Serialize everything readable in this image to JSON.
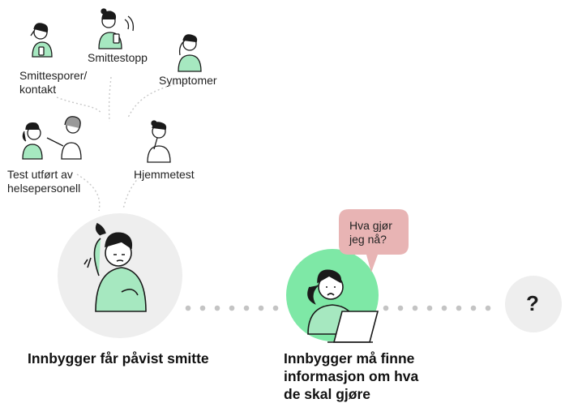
{
  "sources": [
    {
      "label": "Smittesporer/\nkontakt",
      "icon": "person-phone-icon"
    },
    {
      "label": "Smittestopp",
      "icon": "person-phone-ringing-icon"
    },
    {
      "label": "Symptomer",
      "icon": "person-headache-icon"
    },
    {
      "label": "Test utført av\nhelsepersonell",
      "icon": "person-tested-by-healthworker-icon"
    },
    {
      "label": "Hjemmetest",
      "icon": "person-selftest-icon"
    }
  ],
  "steps": [
    {
      "caption": "Innbygger får påvist smitte",
      "icon": "worried-person-icon",
      "circle_color": "#eeeeee"
    },
    {
      "caption": "Innbygger må finne\ninformasjon om hva\nde skal gjøre",
      "icon": "person-at-laptop-icon",
      "circle_color": "#7ee8a6"
    },
    {
      "caption": "",
      "icon": "question-mark-icon",
      "symbol": "?",
      "circle_color": "#eeeeee"
    }
  ],
  "speech_bubble": {
    "text": "Hva gjør\njeg nå?",
    "color": "#e8b4b4"
  },
  "colors": {
    "skin_green": "#a6e8c0",
    "accent_green": "#7ee8a6",
    "dots": "#c8c8c8",
    "ink": "#1a1a1a"
  }
}
